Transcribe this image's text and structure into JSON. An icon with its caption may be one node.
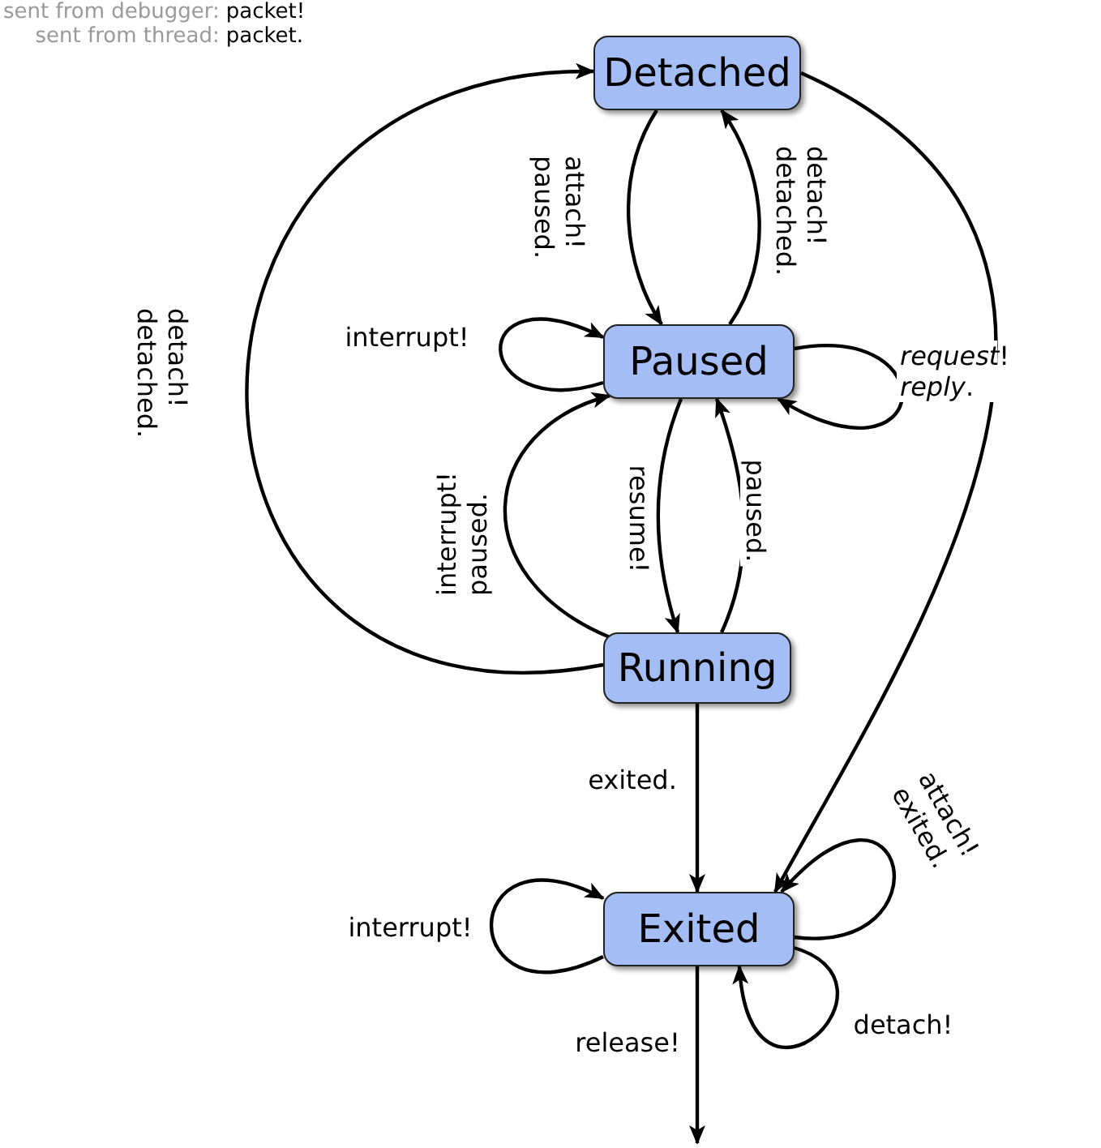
{
  "diagram": {
    "nodes": [
      {
        "text": [
          "Detached"
        ]
      },
      {
        "text": [
          "Paused"
        ]
      },
      {
        "text": [
          "Running"
        ]
      },
      {
        "text": [
          "Exited"
        ]
      }
    ],
    "edges": [
      {
        "from": 0,
        "to": 1,
        "arrow": "to",
        "label": "attach! paused."
      },
      {
        "from": 1,
        "to": 0,
        "arrow": "to",
        "label": "detach! detached."
      },
      {
        "from": 1,
        "to": 1,
        "arrow": "to",
        "label": "interrupt!"
      },
      {
        "from": 1,
        "to": 1,
        "arrow": "to",
        "label": "*request*! *reply*."
      },
      {
        "from": 1,
        "to": 2,
        "arrow": "to",
        "label": "resume!"
      },
      {
        "from": 2,
        "to": 1,
        "arrow": "to",
        "label": "paused."
      },
      {
        "from": 2,
        "to": 1,
        "arrow": "to",
        "label": "interrupt! paused."
      },
      {
        "from": 2,
        "to": 0,
        "arrow": "to",
        "label": "detach! detached."
      },
      {
        "from": 2,
        "to": 3,
        "arrow": "to",
        "label": "exited."
      },
      {
        "from": 0,
        "to": 3,
        "arrow": "to"
      },
      {
        "from": 3,
        "to": 3,
        "arrow": "to",
        "label": "interrupt!"
      },
      {
        "from": 3,
        "to": 3,
        "arrow": "to",
        "label": "attach! exited."
      },
      {
        "from": 3,
        "to": 3,
        "arrow": "to",
        "label": "detach!"
      },
      {
        "from": 3,
        "to": null,
        "arrow": "to",
        "label": "release!"
      }
    ],
    "labels": [
      "sent from debugger:",
      "packet!",
      "sent from thread:",
      "packet."
    ]
  }
}
